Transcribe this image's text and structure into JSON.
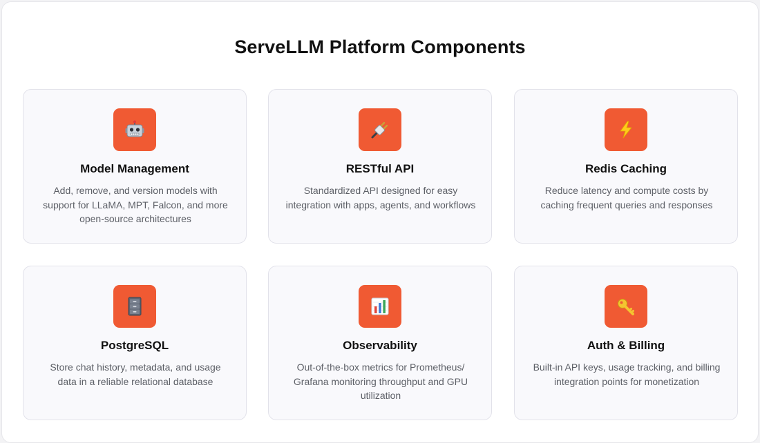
{
  "page": {
    "title": "ServeLLM Platform Components"
  },
  "colors": {
    "accent": "#f05a33",
    "card_bg": "#f9f9fc",
    "text": "#111111",
    "muted": "#5c5f66"
  },
  "cards": [
    {
      "icon": "robot-icon",
      "title": "Model Management",
      "description": "Add, remove, and version models with support for LLaMA, MPT, Falcon, and more open-source architectures"
    },
    {
      "icon": "plug-icon",
      "title": "RESTful API",
      "description": "Standardized API designed for easy integration with apps, agents, and workflows"
    },
    {
      "icon": "lightning-icon",
      "title": "Redis Caching",
      "description": "Reduce latency and compute costs by caching frequent queries and responses"
    },
    {
      "icon": "file-cabinet-icon",
      "title": "PostgreSQL",
      "description": "Store chat history, metadata, and usage data in a reliable relational database"
    },
    {
      "icon": "bar-chart-icon",
      "title": "Observability",
      "description": "Out-of-the-box metrics for Prometheus/ Grafana monitoring throughput and GPU utilization"
    },
    {
      "icon": "key-icon",
      "title": "Auth & Billing",
      "description": "Built-in API keys, usage tracking, and billing integration points for monetization"
    }
  ]
}
